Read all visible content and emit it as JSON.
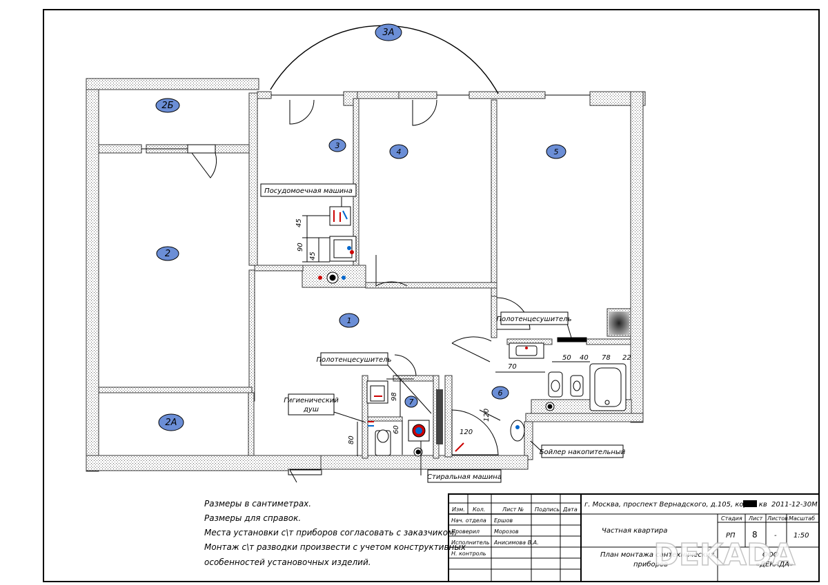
{
  "rooms": [
    {
      "id": "3A",
      "label": "3А"
    },
    {
      "id": "2B",
      "label": "2Б"
    },
    {
      "id": "3",
      "label": "3"
    },
    {
      "id": "4",
      "label": "4"
    },
    {
      "id": "5",
      "label": "5"
    },
    {
      "id": "2",
      "label": "2"
    },
    {
      "id": "1",
      "label": "1"
    },
    {
      "id": "6",
      "label": "6"
    },
    {
      "id": "7",
      "label": "7"
    },
    {
      "id": "2A",
      "label": "2А"
    }
  ],
  "callouts": {
    "dishwasher": "Посудомоечная машина",
    "towel_warmer_1": "Полотенцесушитель",
    "towel_warmer_2": "Полотенцесушитель",
    "hygienic_shower_1": "Гигиенический",
    "hygienic_shower_2": "душ",
    "boiler": "Бойлер накопительный",
    "washing_machine": "Стиральная машина"
  },
  "dimensions": {
    "kitchen_45a": "45",
    "kitchen_90": "90",
    "kitchen_45b": "45",
    "bath_70": "70",
    "bath_50": "50",
    "bath_40": "40",
    "bath_78": "78",
    "bath_22": "22",
    "wc_98": "98",
    "wc_60": "60",
    "wc_80": "80",
    "shower_120a": "120",
    "shower_120b": "120"
  },
  "notes": [
    "Размеры в сантиметрах.",
    "Размеры для справок.",
    "Места установки с\\т приборов согласовать с заказчиком.",
    "Монтаж с\\т разводки произвести с учетом конструктивных",
    "особенностей установочных изделий."
  ],
  "title_block": {
    "header_cols": [
      "Изм.",
      "Кол.",
      "Лист № ",
      "Подпись",
      "Дата"
    ],
    "staff": [
      {
        "role": "Нач. отдела",
        "name": "Ершов"
      },
      {
        "role": "Проверил",
        "name": "Морозов"
      },
      {
        "role": "Исполнитель",
        "name": "Анисимова В.А."
      },
      {
        "role": "Н. контроль",
        "name": ""
      }
    ],
    "address": "г. Москва, проспект Вернадского, д.105, кор.4, кв",
    "code": "2011-12-30М",
    "object": "Частная квартира",
    "stage_head": "Стадия",
    "sheet_head": "Лист",
    "sheets_head": "Листов",
    "scale_head": "Масштаб",
    "stage": "РП",
    "sheet": "8",
    "sheets": "-",
    "scale": "1:50",
    "drawing_title_1": "План монтажа сантехнических",
    "drawing_title_2": "приборов",
    "company_1": "ООО",
    "company_2": "«ДЕКАДА»",
    "watermark": "DEKADA"
  }
}
